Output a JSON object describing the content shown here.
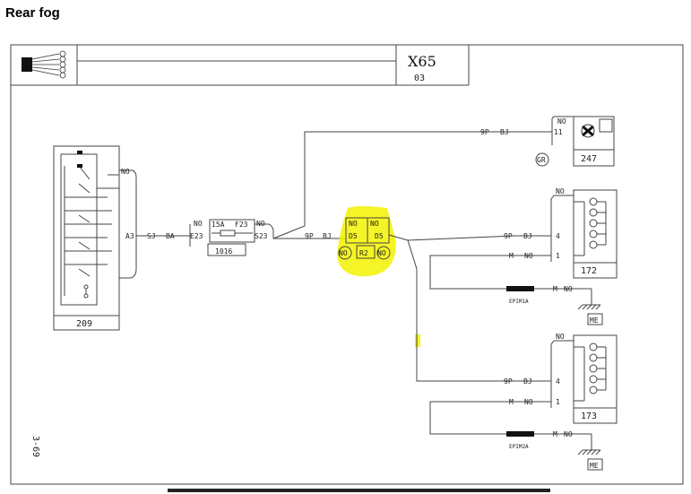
{
  "page_title": "Rear fog",
  "header": {
    "code": "X65",
    "subcode": "03"
  },
  "side_label": "3-69",
  "components": {
    "c209": "209",
    "c1016": "1016",
    "c247": "247",
    "c172": "172",
    "c173": "173",
    "ground_top": "ME",
    "ground_bottom": "ME"
  },
  "wires": {
    "a3": "A3",
    "sj": "SJ",
    "ba": "BA",
    "e23": "E23",
    "fuse_rating": "15A",
    "fuse_id": "F23",
    "s23": "S23",
    "no": "NO",
    "nine_p": "9P",
    "bj": "BJ",
    "d5": "D5",
    "r2": "R2",
    "m": "M",
    "pin11": "11",
    "pin4": "4",
    "pin1": "1",
    "gr": "GR",
    "epim1a": "EPIM1A",
    "epim2a": "EPIM2A"
  },
  "colors": {
    "highlight": "#f2f200",
    "line": "#444444"
  }
}
